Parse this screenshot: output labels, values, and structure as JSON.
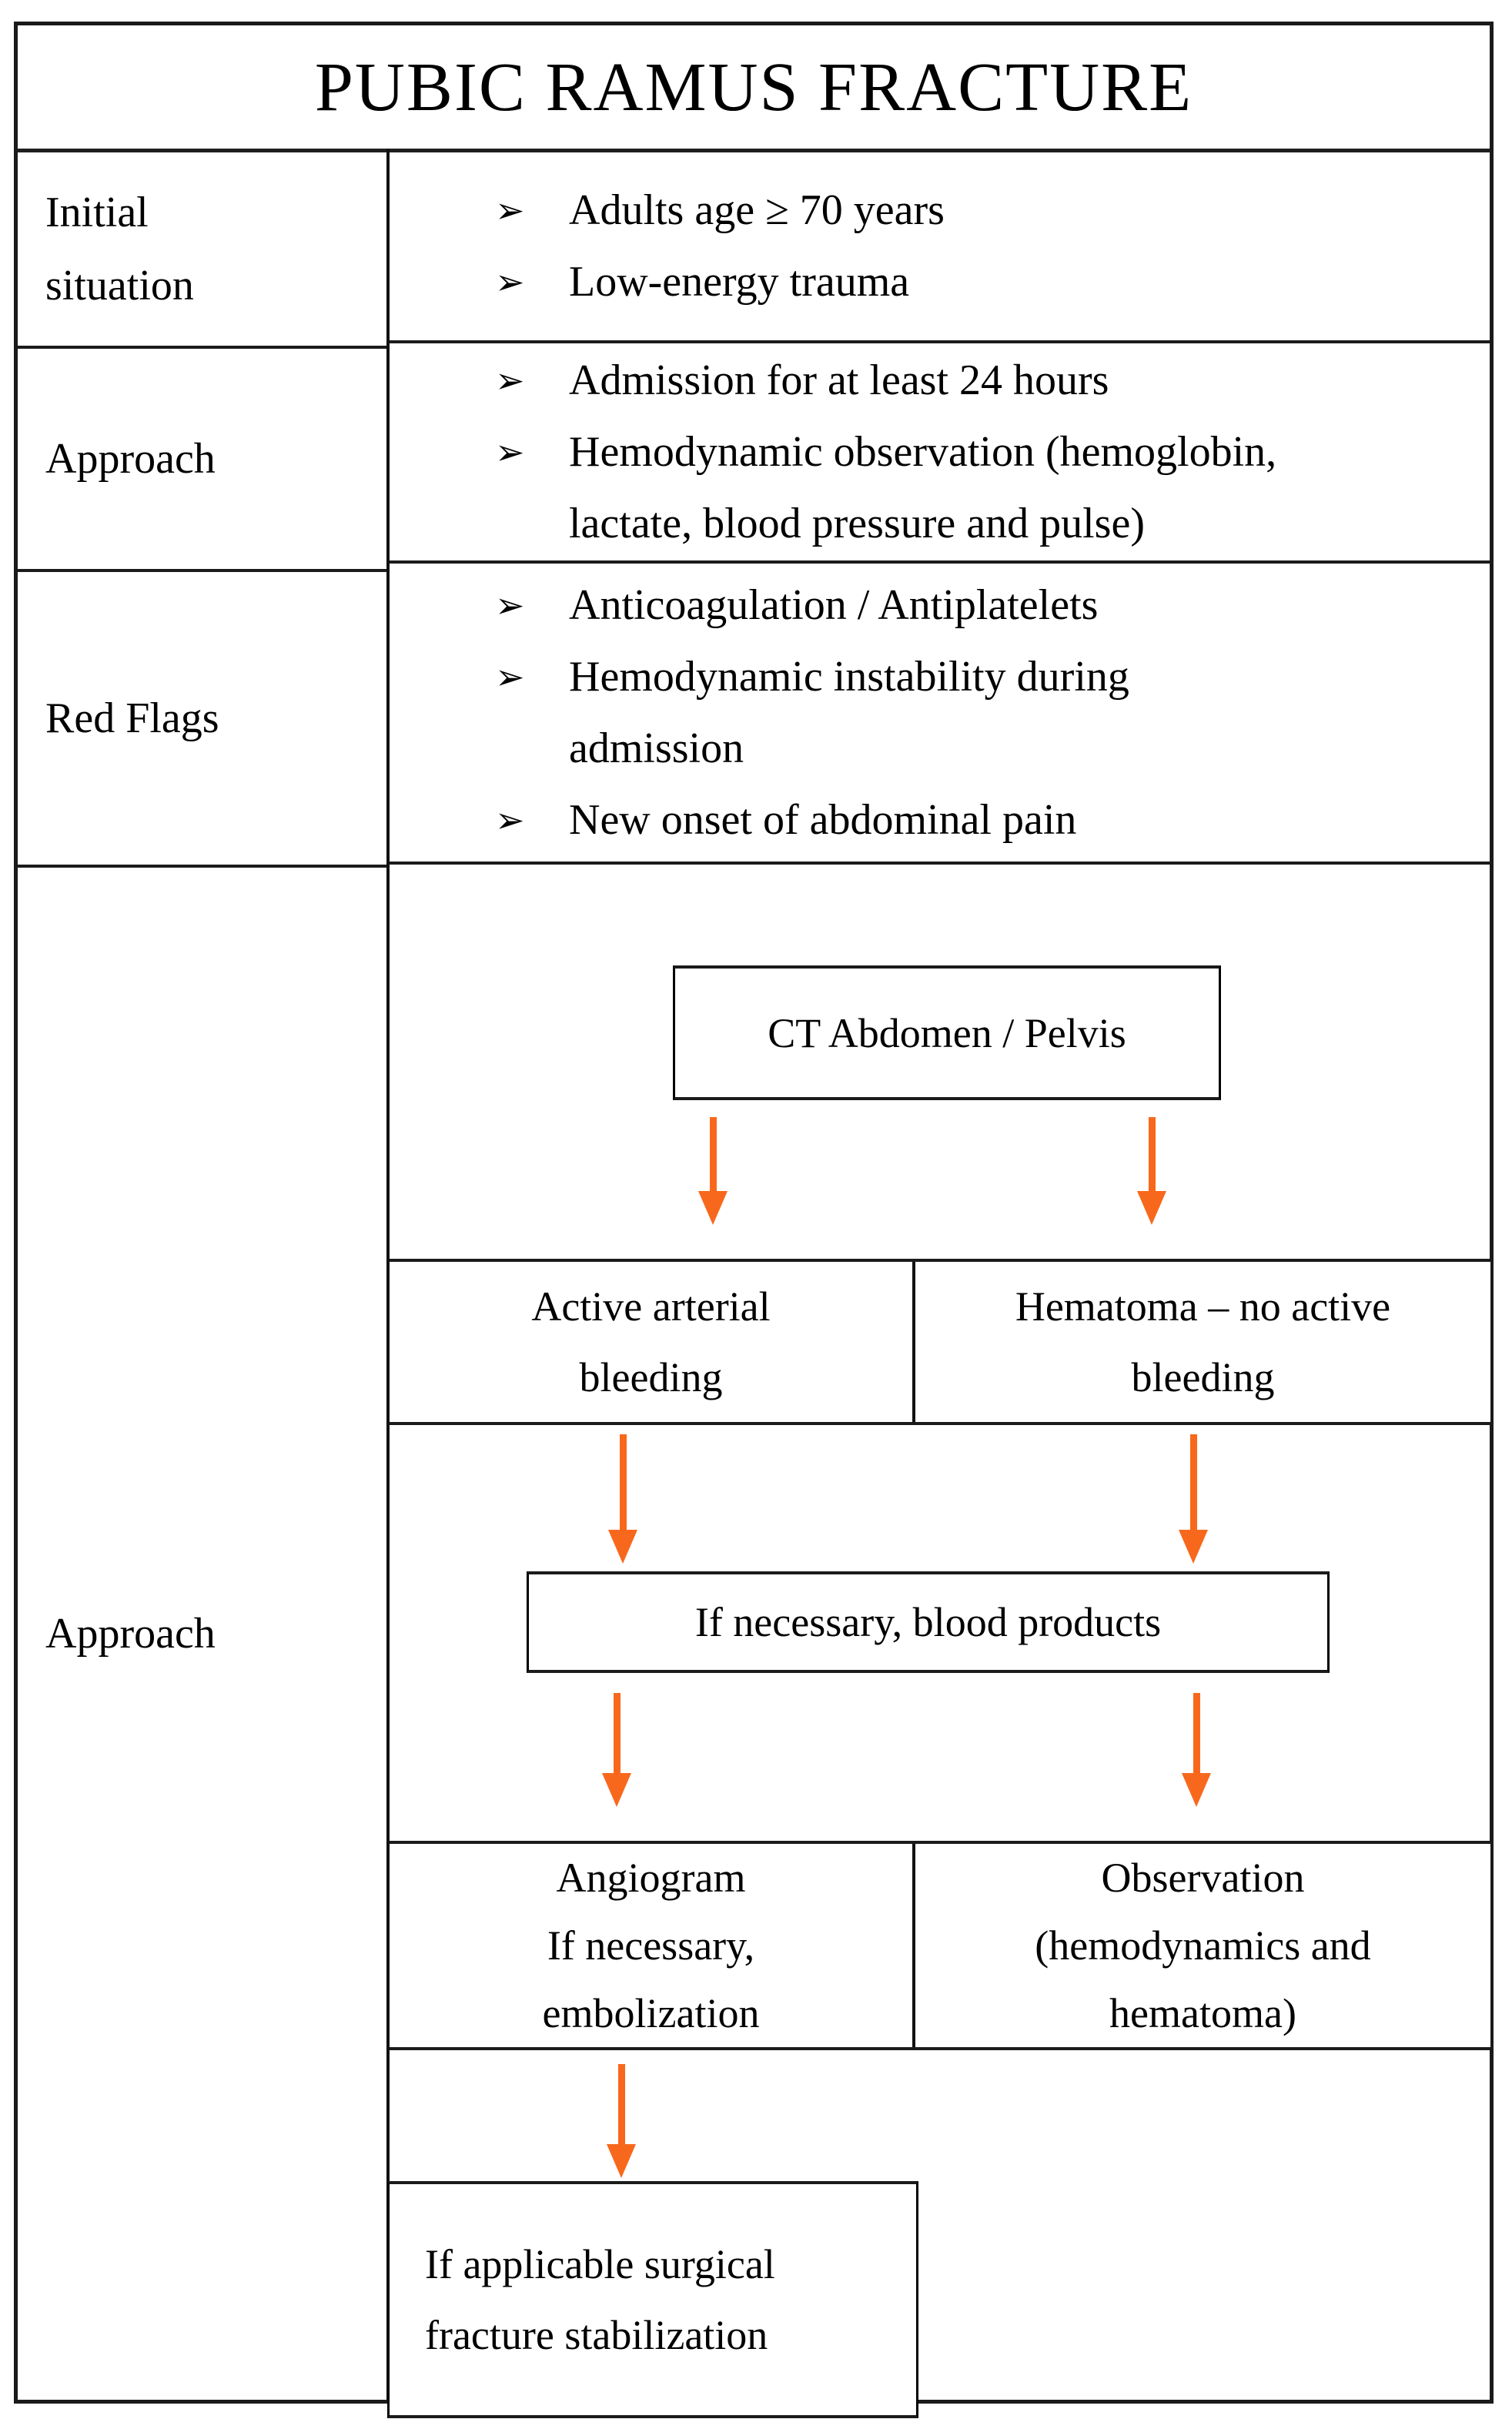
{
  "title": "PUBIC RAMUS FRACTURE",
  "bullet_glyph": "➢",
  "accent_color": "#F8681C",
  "left_rows": [
    {
      "label_lines": [
        "Initial",
        "situation"
      ]
    },
    {
      "label_lines": [
        "Approach"
      ]
    },
    {
      "label_lines": [
        "Red Flags"
      ]
    },
    {
      "label_lines": [
        "Approach"
      ]
    }
  ],
  "initial_items": [
    [
      "Adults age ≥ 70 years"
    ],
    [
      "Low-energy trauma"
    ]
  ],
  "approach_items": [
    [
      "Admission for at least 24 hours"
    ],
    [
      "Hemodynamic observation (hemoglobin,",
      "lactate, blood pressure and pulse)"
    ]
  ],
  "red_flag_items": [
    [
      "Anticoagulation / Antiplatelets"
    ],
    [
      "Hemodynamic instability during",
      "admission"
    ],
    [
      "New onset of abdominal pain"
    ]
  ],
  "flowchart": {
    "ct_box_lines": [
      "CT Abdomen / Pelvis"
    ],
    "branch_left_lines": [
      "Active arterial",
      "bleeding"
    ],
    "branch_right_lines": [
      "Hematoma – no active",
      "bleeding"
    ],
    "blood_box_lines": [
      "If necessary, blood products"
    ],
    "outcome_left_lines": [
      "Angiogram",
      "If necessary,",
      "embolization"
    ],
    "outcome_right_lines": [
      "Observation",
      "(hemodynamics and",
      "hematoma)"
    ],
    "final_box_lines": [
      "If applicable surgical",
      "fracture stabilization"
    ]
  }
}
